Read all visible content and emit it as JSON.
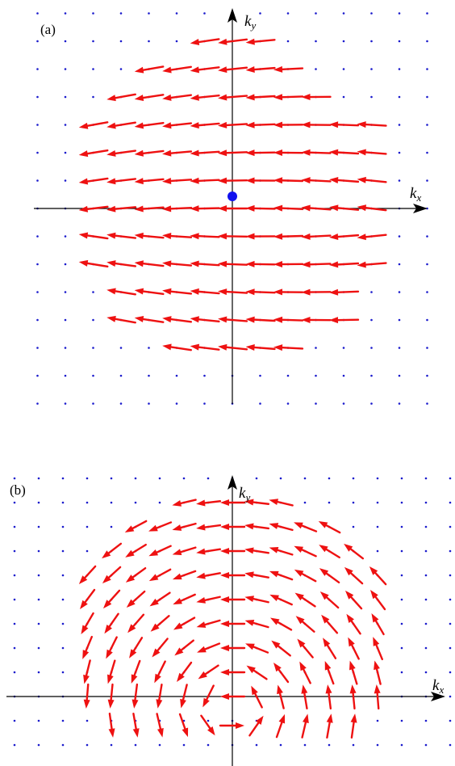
{
  "figure": {
    "panel_a": {
      "label": "(a)",
      "x_axis_label": "k",
      "x_axis_sub": "x",
      "y_axis_label": "k",
      "y_axis_sub": "y",
      "field": "quasi-uniform leftward vector field with slight curvature; one marked point near origin"
    },
    "panel_b": {
      "label": "(b)",
      "x_axis_label": "k",
      "x_axis_sub": "x",
      "y_axis_label": "k",
      "y_axis_sub": "y",
      "field": "rotating vector field curving around a point below the origin"
    }
  },
  "colors": {
    "arrow": "#ee1111",
    "grid_dot": "#1a1acc",
    "marker": "#1111ee",
    "axis": "#000000"
  }
}
